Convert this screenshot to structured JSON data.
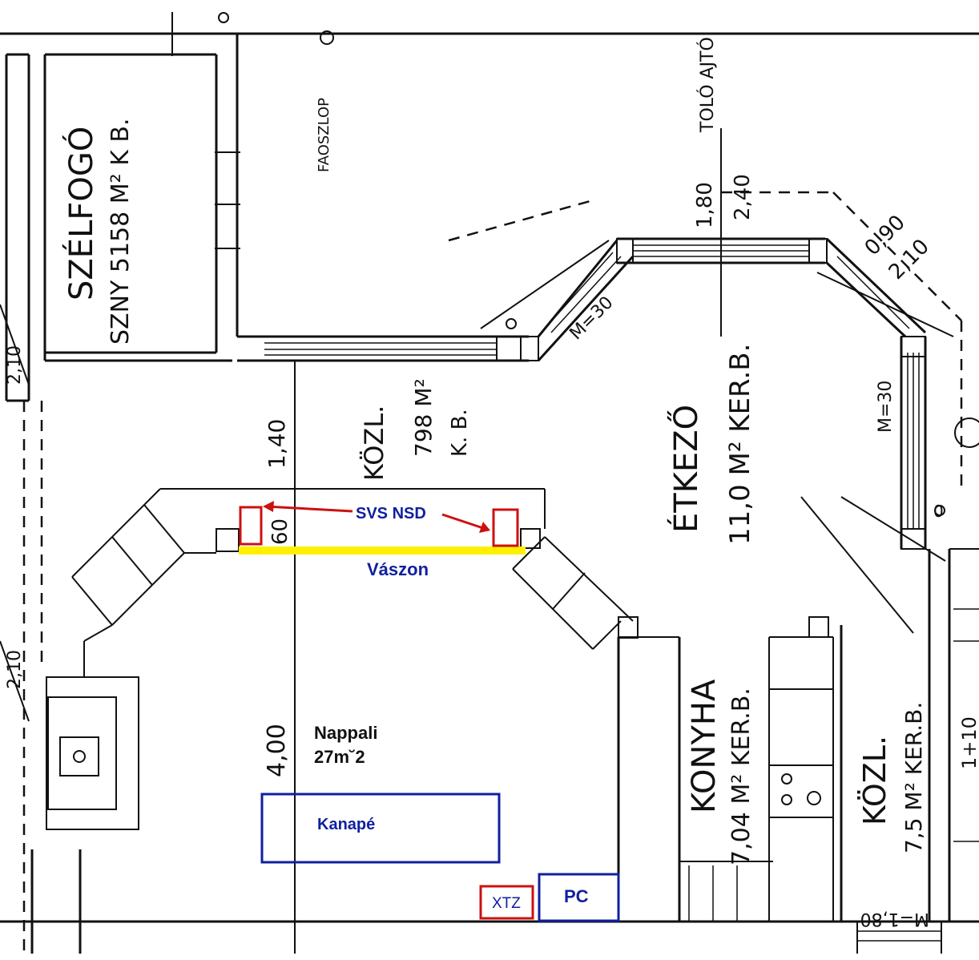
{
  "colors": {
    "ink": "#111111",
    "annotation_blue": "#1020a0",
    "annotation_red": "#cc1111",
    "screen_yellow": "#ffef00"
  },
  "handwritten": {
    "szelfogo": "SZÉLFOGÓ",
    "szelfogo_area": "SZNY 5158 M² K B.",
    "faoszlop": "FAOSZLOP",
    "kozl_top": "KÖZL.",
    "kozl_top_area": "798 M²",
    "kozl_top_floor": "K. B.",
    "dim_140": "1,40",
    "dim_60": "60",
    "dim_400": "4,00",
    "etkezo": "ÉTKEZŐ",
    "etkezo_area": "11,0 M² KER.B.",
    "tolo_ajto": "TOLÓ AJTÓ",
    "dim_180": "1,80",
    "dim_240": "2,40",
    "dim_090": "0,90",
    "dim_210": "2,10",
    "dim_m30a": "M=30",
    "dim_m30b": "M=30",
    "konyha": "KONYHA",
    "konyha_area": "7,04 M² KER.B.",
    "kozl_right": "KÖZL.",
    "kozl_right_area": "7,5 M² KER.B.",
    "dim_left_a": "2,10",
    "dim_left_b": "2,10",
    "dim_right_a": "1+10",
    "dim_w180": "M=1,80",
    "dim_o": "0"
  },
  "annotations": {
    "speakers": "SVS NSD",
    "screen": "Vászon",
    "room_name": "Nappali",
    "room_area": "27m˘2",
    "sofa": "Kanapé",
    "sub": "XTZ",
    "pc": "PC"
  }
}
